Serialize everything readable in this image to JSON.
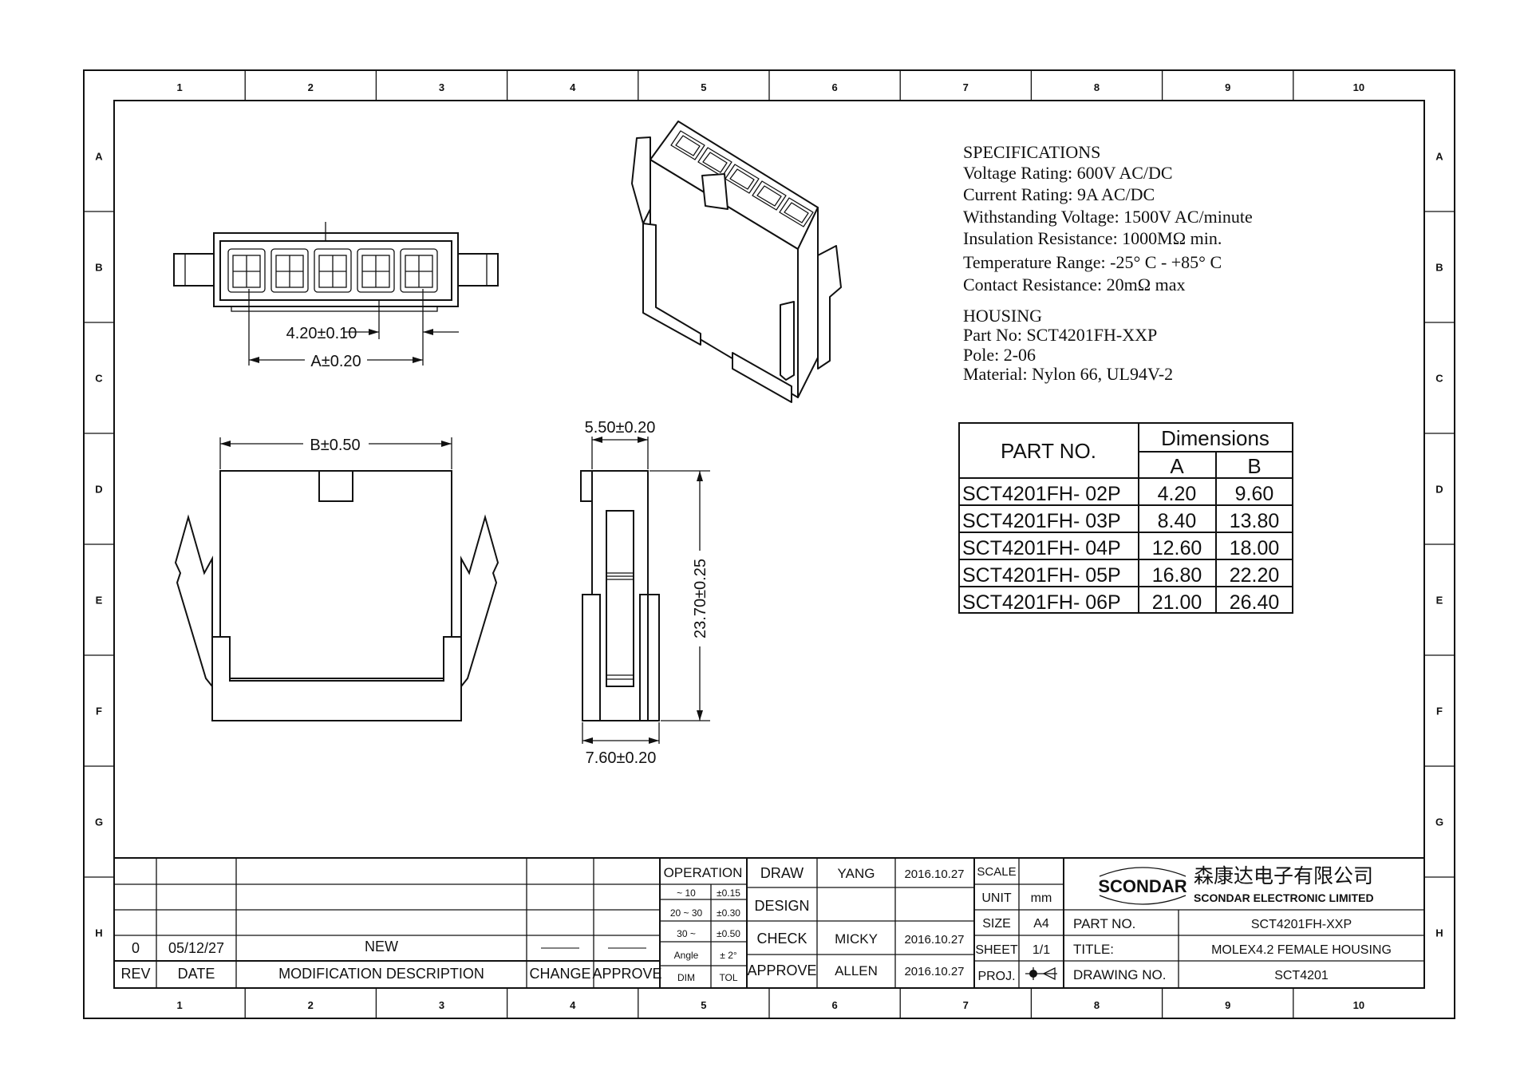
{
  "border": {
    "columns": [
      "1",
      "2",
      "3",
      "4",
      "5",
      "6",
      "7",
      "8",
      "9",
      "10"
    ],
    "rows": [
      "A",
      "B",
      "C",
      "D",
      "E",
      "F",
      "G",
      "H"
    ]
  },
  "specifications": {
    "heading": "SPECIFICATIONS",
    "lines": [
      "Voltage Rating: 600V AC/DC",
      "Current Rating: 9A AC/DC",
      "Withstanding Voltage: 1500V AC/minute",
      "Insulation Resistance: 1000MΩ min.",
      "Temperature Range: -25° C - +85° C",
      "Contact Resistance: 20mΩ max"
    ]
  },
  "housing": {
    "heading": "HOUSING",
    "lines": [
      "Part No:  SCT4201FH-XXP",
      "Pole:  2-06",
      "Material: Nylon 66, UL94V-2"
    ]
  },
  "dimension_table": {
    "part_no_header": "PART  NO.",
    "dims_header": "Dimensions",
    "col_a": "A",
    "col_b": "B",
    "rows": [
      {
        "part": "SCT4201FH- 02P",
        "a": "4.20",
        "b": "9.60"
      },
      {
        "part": "SCT4201FH- 03P",
        "a": "8.40",
        "b": "13.80"
      },
      {
        "part": "SCT4201FH- 04P",
        "a": "12.60",
        "b": "18.00"
      },
      {
        "part": "SCT4201FH- 05P",
        "a": "16.80",
        "b": "22.20"
      },
      {
        "part": "SCT4201FH- 06P",
        "a": "21.00",
        "b": "26.40"
      }
    ]
  },
  "dimensions": {
    "pitch": "4.20±0.10",
    "a": "A±0.20",
    "b": "B±0.50",
    "side_top": "5.50±0.20",
    "side_height": "23.70±0.25",
    "side_bottom": "7.60±0.20"
  },
  "revision": {
    "rev": "0",
    "date": "05/12/27",
    "description": "NEW",
    "change": "———",
    "approve": "———",
    "headers": {
      "rev": "REV",
      "date": "DATE",
      "description": "MODIFICATION  DESCRIPTION",
      "change": "CHANGE",
      "approve": "APPROVE"
    }
  },
  "tolerance": {
    "title": "OPERATION",
    "rows": [
      {
        "range": "~ 10",
        "tol": "±0.15"
      },
      {
        "range": "20 ~ 30",
        "tol": "±0.30"
      },
      {
        "range": "30 ~",
        "tol": "±0.50"
      },
      {
        "range": "Angle",
        "tol": "± 2°"
      }
    ],
    "dim_label": "DIM",
    "tol_label": "TOL"
  },
  "signoff": {
    "draw_label": "DRAW",
    "draw_name": "YANG",
    "draw_date": "2016.10.27",
    "design_label": "DESIGN",
    "check_label": "CHECK",
    "check_name": "MICKY",
    "check_date": "2016.10.27",
    "approve_label": "APPROVE",
    "approve_name": "ALLEN",
    "approve_date": "2016.10.27"
  },
  "sheetinfo": {
    "scale_label": "SCALE",
    "unit_label": "UNIT",
    "unit": "mm",
    "size_label": "SIZE",
    "size": "A4",
    "sheet_label": "SHEET",
    "sheet": "1/1",
    "proj_label": "PROJ."
  },
  "company": {
    "logo_text": "SCONDAR",
    "name_cn": "森康达电子有限公司",
    "name_en": "SCONDAR ELECTRONIC LIMITED"
  },
  "titleblock": {
    "part_no_label": "PART NO.",
    "part_no": "SCT4201FH-XXP",
    "title_label": "TITLE:",
    "title": "MOLEX4.2 FEMALE HOUSING",
    "drawing_no_label": "DRAWING NO.",
    "drawing_no": "SCT4201"
  }
}
